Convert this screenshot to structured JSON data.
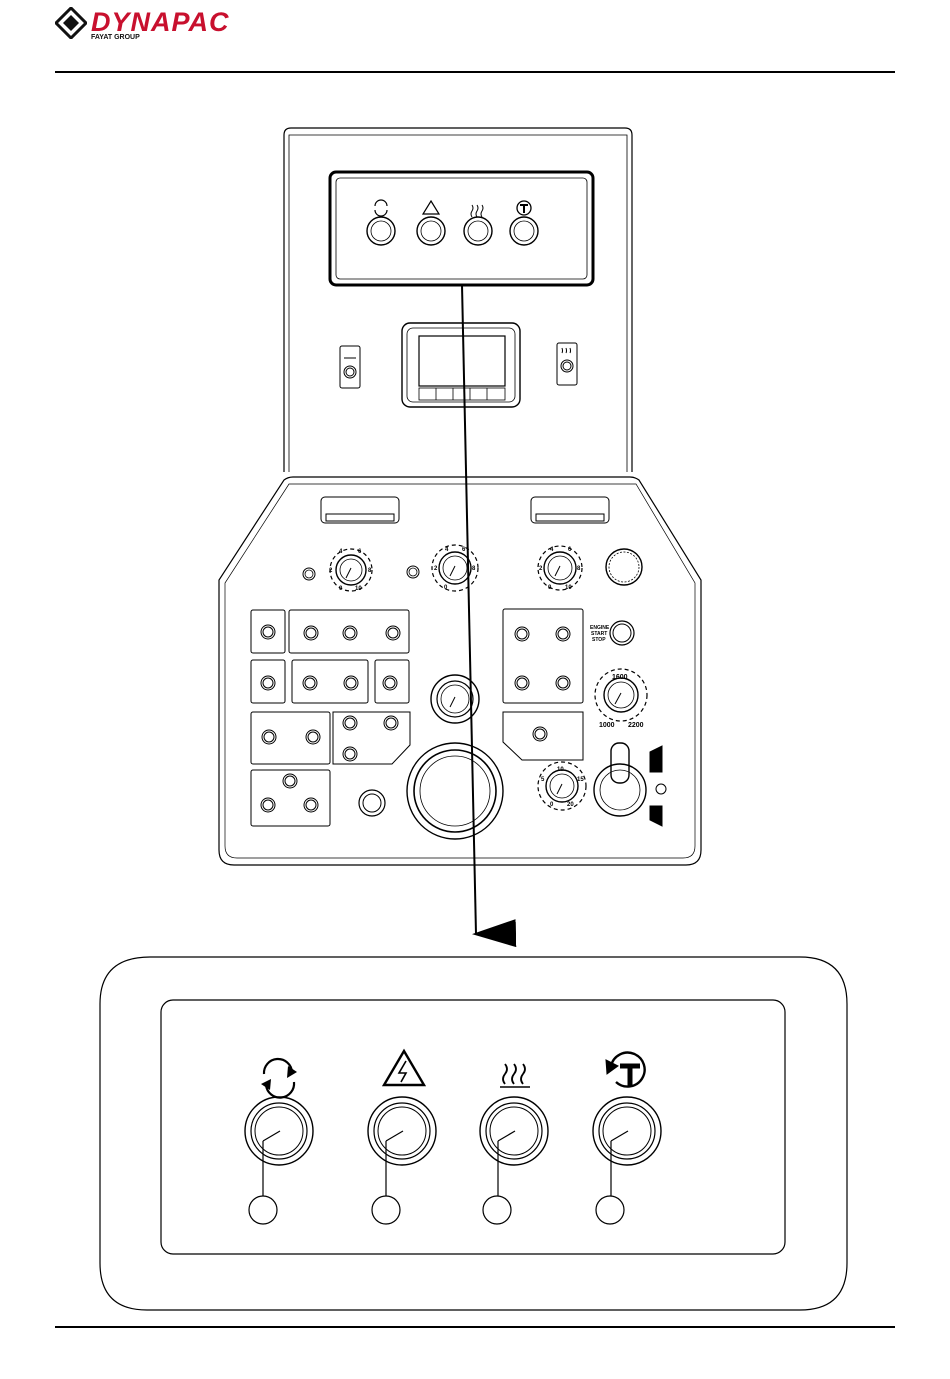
{
  "header": {
    "brand": "DYNAPAC",
    "group": "FAYAT GROUP",
    "brand_color": "#c8102e"
  },
  "warning_panel": {
    "indicators": [
      {
        "icon": "rotation-arrows-icon"
      },
      {
        "icon": "electrical-warning-triangle-icon"
      },
      {
        "icon": "heat-waves-icon"
      },
      {
        "icon": "t-rotate-icon"
      }
    ]
  },
  "control_panel": {
    "engine_switch": {
      "label_line1": "ENGINE",
      "label_line2": "START",
      "label_line3": "STOP"
    },
    "speed_dial": {
      "label_top": "1600",
      "label_left": "1000",
      "label_right": "2200"
    },
    "dial_a": {
      "ticks": [
        "2",
        "4",
        "6",
        "8",
        "10",
        "0"
      ]
    },
    "dial_b": {
      "ticks": [
        "2",
        "4",
        "6",
        "8",
        "0"
      ]
    },
    "dial_c": {
      "ticks": [
        "2",
        "4",
        "6",
        "8",
        "10",
        "0"
      ]
    },
    "dial_d": {
      "ticks": [
        "10",
        "5",
        "15",
        "0",
        "20"
      ]
    }
  }
}
